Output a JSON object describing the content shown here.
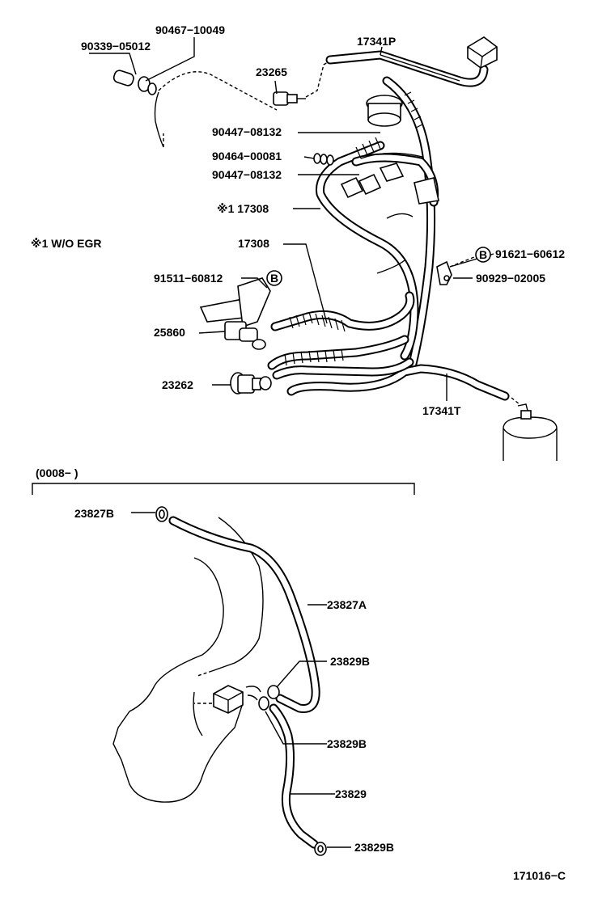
{
  "labels": {
    "p90467": "90467−10049",
    "p90339": "90339−05012",
    "p17341P": "17341P",
    "p23265": "23265",
    "p90447a": "90447−08132",
    "p90464": "90464−00081",
    "p90447b": "90447−08132",
    "p17308a": "※1 17308",
    "note": "※1 W/O EGR",
    "p17308b": "17308",
    "p91621": "91621−60612",
    "p90929": "90929−02005",
    "p91511": "91511−60812",
    "p25860": "25860",
    "p23262": "23262",
    "p17341T": "17341T",
    "bubbleB1": "B",
    "bubbleB2": "B",
    "variant": "(0008−        )",
    "p23827B": "23827B",
    "p23827A": "23827A",
    "p23829Ba": "23829B",
    "p23829Bb": "23829B",
    "p23829": "23829",
    "p23829Bc": "23829B",
    "figure_no": "171016−C"
  }
}
